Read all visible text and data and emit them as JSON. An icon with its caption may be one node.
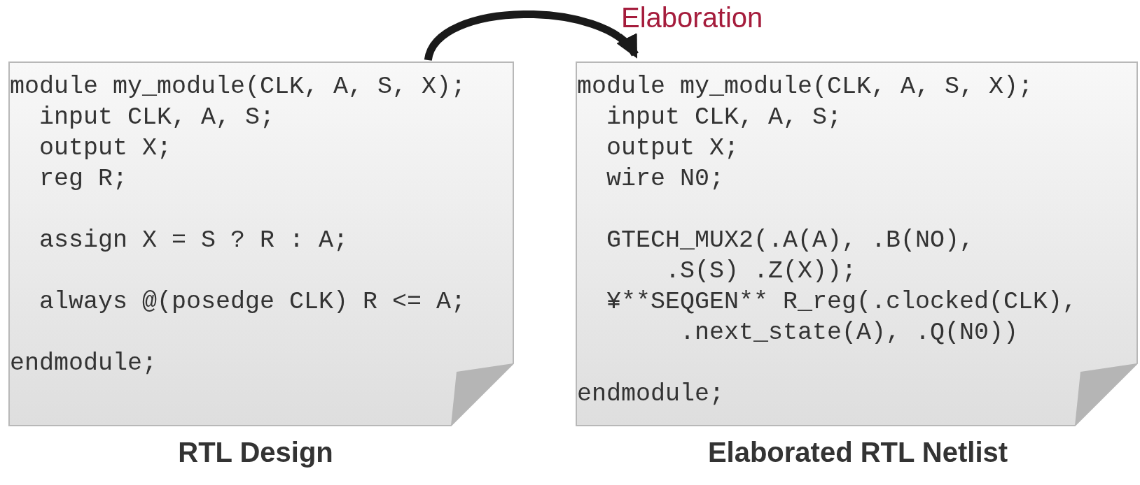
{
  "diagram": {
    "nodes": [
      {
        "text": [
          "module my_module(CLK, A, S, X);",
          "input CLK, A, S;",
          "output X;",
          "reg R;",
          "assign X = S ? R : A;",
          "always @(posedge CLK) R <= A;",
          "endmodule;"
        ],
        "beside": [
          "RTL Design"
        ]
      },
      {
        "text": [
          "module my_module(CLK, A, S, X);",
          "input CLK, A, S;",
          "output X;",
          "wire N0;",
          "GTECH_MUX2(.A(A), .B(NO), .S(S) .Z(X));",
          "¥**SEQGEN** R_reg(.clocked(CLK), .next_state(A), .Q(N0))",
          "endmodule;"
        ],
        "beside": [
          "Elaborated RTL Netlist"
        ]
      }
    ],
    "edges": [
      {
        "from": 0,
        "to": 1,
        "arrow": "to",
        "label": "Elaboration"
      }
    ]
  }
}
